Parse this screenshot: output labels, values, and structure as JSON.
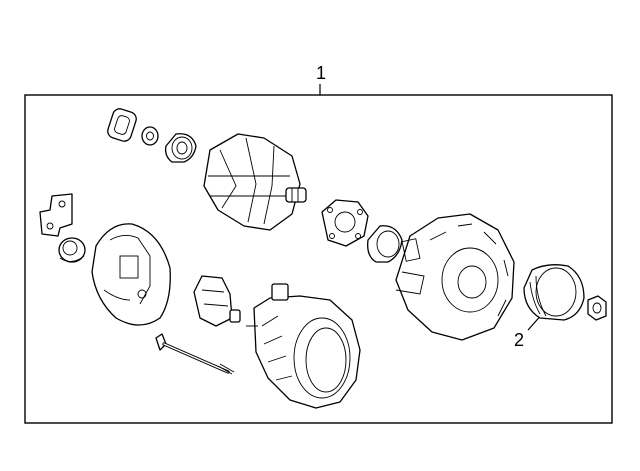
{
  "callouts": {
    "assembly": "1",
    "pulley": "2"
  },
  "parts": [
    "bracket-plate",
    "cap-seal",
    "washer",
    "bearing",
    "rotor",
    "end-plate",
    "front-bearing",
    "front-housing",
    "pulley",
    "nut",
    "terminal-cover",
    "rear-grommet",
    "brush-holder",
    "stator-housing",
    "through-bolt"
  ],
  "colors": {
    "line": "#000000",
    "background": "#ffffff"
  }
}
